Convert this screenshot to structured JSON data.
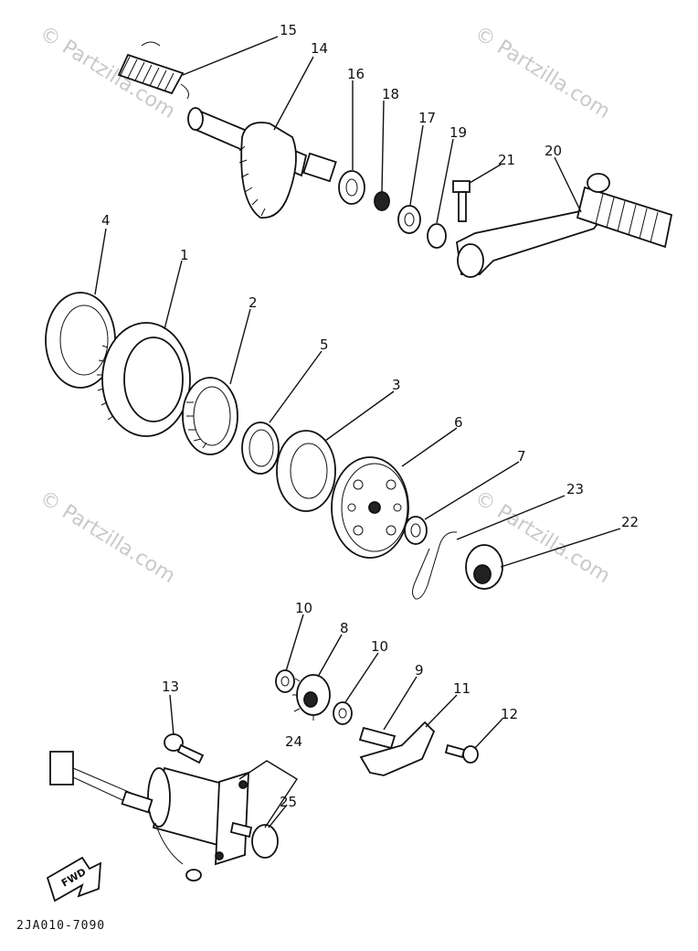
{
  "watermark": "© Partzilla.com",
  "diagram_code": "2JA010-7090",
  "fwd_label": "FWD",
  "callouts": {
    "c1": "1",
    "c2": "2",
    "c3": "3",
    "c4": "4",
    "c5": "5",
    "c6": "6",
    "c7": "7",
    "c8": "8",
    "c9": "9",
    "c10a": "10",
    "c10b": "10",
    "c11": "11",
    "c12": "12",
    "c13": "13",
    "c14": "14",
    "c15": "15",
    "c16": "16",
    "c17": "17",
    "c18": "18",
    "c19": "19",
    "c20": "20",
    "c21": "21",
    "c22": "22",
    "c23": "23",
    "c24": "24",
    "c25": "25"
  }
}
